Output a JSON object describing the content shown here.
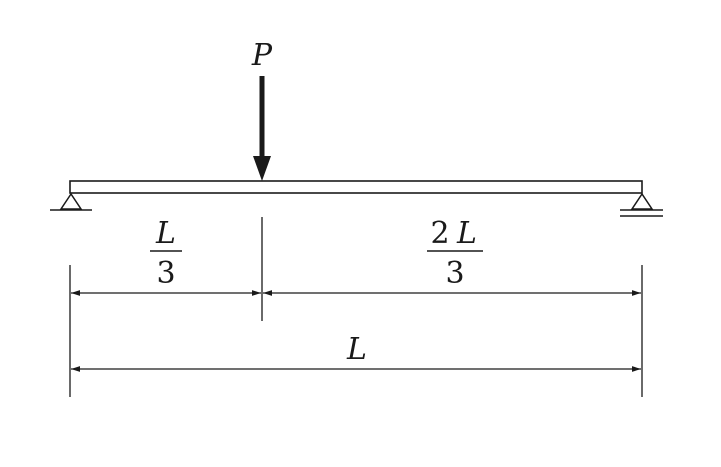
{
  "diagram": {
    "load_label": "P",
    "left_span": {
      "numerator": "L",
      "denominator": "3"
    },
    "right_span": {
      "coefficient": "2",
      "numerator": "L",
      "denominator": "3"
    },
    "total_span": "L",
    "colors": {
      "ink": "#1a1a1a",
      "background": "#ffffff"
    }
  }
}
